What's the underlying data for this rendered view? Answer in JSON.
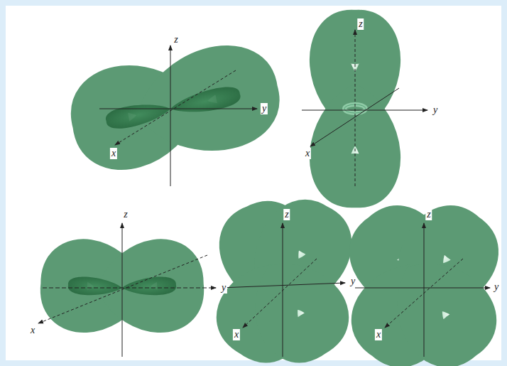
{
  "diagram": {
    "labels": [
      "z",
      "y",
      "x",
      "z",
      "y",
      "x",
      "z",
      "y",
      "x",
      "z",
      "y",
      "x",
      "z",
      "y",
      "x"
    ]
  }
}
